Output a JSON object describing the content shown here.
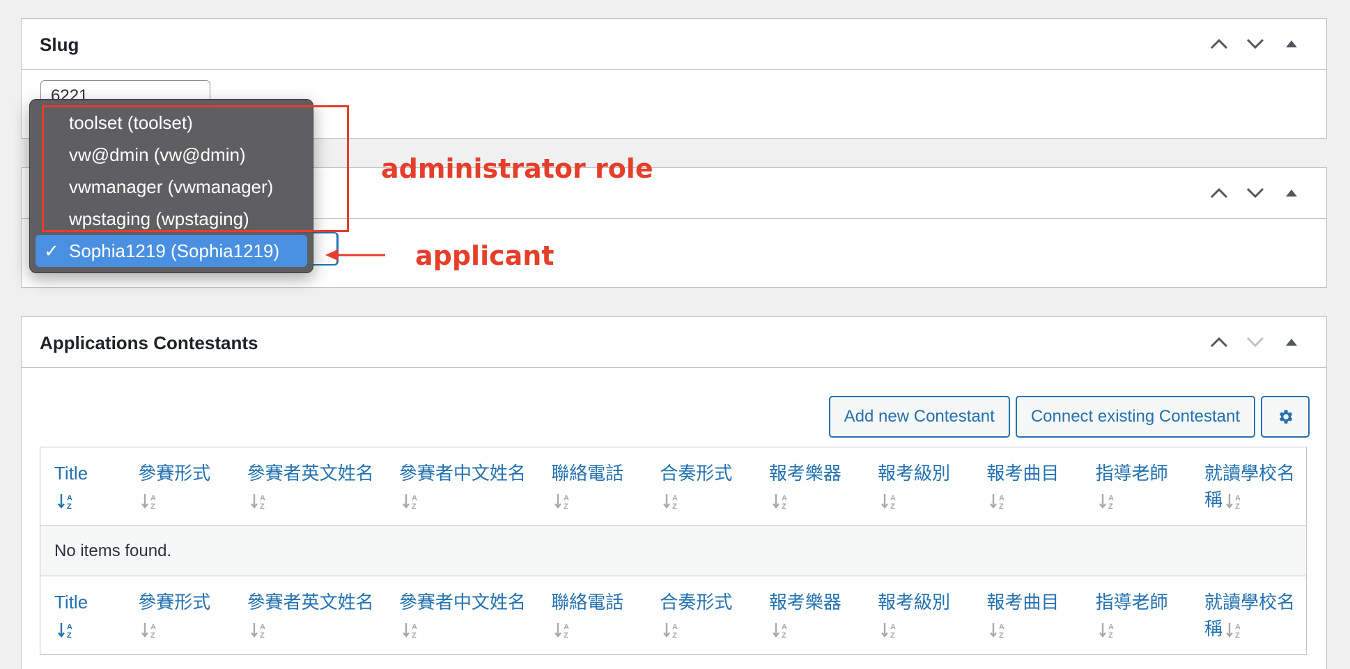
{
  "slug_box": {
    "title": "Slug",
    "input_value": "6221"
  },
  "contestants_box": {
    "title": "Applications Contestants",
    "add_button": "Add new Contestant",
    "connect_button": "Connect existing Contestant",
    "settings_icon": "gear-icon",
    "columns": [
      "Title",
      "參賽形式",
      "參賽者英文姓名",
      "參賽者中文姓名",
      "聯絡電話",
      "合奏形式",
      "報考樂器",
      "報考級別",
      "報考曲目",
      "指導老師",
      "就讀學校名稱"
    ],
    "empty_message": "No items found."
  },
  "dropdown": {
    "options": [
      "toolset (toolset)",
      "vw@dmin (vw@dmin)",
      "vwmanager (vwmanager)",
      "wpstaging (wpstaging)"
    ],
    "selected": "Sophia1219 (Sophia1219)",
    "check_mark": "✓"
  },
  "annotations": {
    "admin_role": "administrator role",
    "applicant": "applicant",
    "color": "#e53e2b"
  },
  "colors": {
    "accent": "#2271b1",
    "selected_option": "#4a90e2",
    "border": "#c3c4c7"
  }
}
